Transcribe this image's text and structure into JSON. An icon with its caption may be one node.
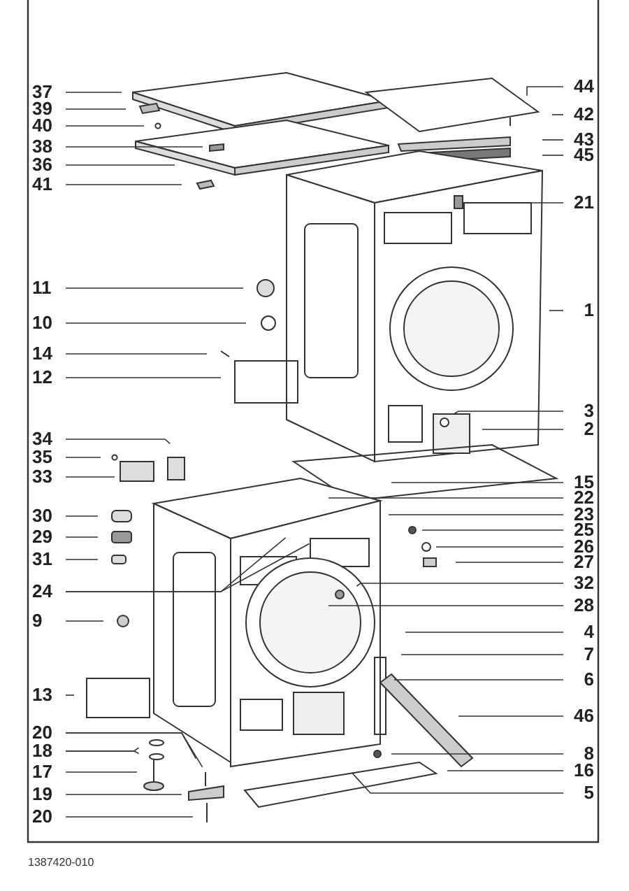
{
  "diagram": {
    "nodes": [
      {
        "text": [
          "37"
        ]
      },
      {
        "text": [
          "39"
        ]
      },
      {
        "text": [
          "40"
        ]
      },
      {
        "text": [
          "38"
        ]
      },
      {
        "text": [
          "36"
        ]
      },
      {
        "text": [
          "41"
        ]
      },
      {
        "text": [
          "11"
        ]
      },
      {
        "text": [
          "10"
        ]
      },
      {
        "text": [
          "14"
        ]
      },
      {
        "text": [
          "12"
        ]
      },
      {
        "text": [
          "34"
        ]
      },
      {
        "text": [
          "35"
        ]
      },
      {
        "text": [
          "33"
        ]
      },
      {
        "text": [
          "30"
        ]
      },
      {
        "text": [
          "29"
        ]
      },
      {
        "text": [
          "31"
        ]
      },
      {
        "text": [
          "24"
        ]
      },
      {
        "text": [
          "9"
        ]
      },
      {
        "text": [
          "13"
        ]
      },
      {
        "text": [
          "20"
        ]
      },
      {
        "text": [
          "18"
        ]
      },
      {
        "text": [
          "17"
        ]
      },
      {
        "text": [
          "19"
        ]
      },
      {
        "text": [
          "20"
        ]
      },
      {
        "text": [
          "44"
        ]
      },
      {
        "text": [
          "42"
        ]
      },
      {
        "text": [
          "43"
        ]
      },
      {
        "text": [
          "45"
        ]
      },
      {
        "text": [
          "21"
        ]
      },
      {
        "text": [
          "1"
        ]
      },
      {
        "text": [
          "3"
        ]
      },
      {
        "text": [
          "2"
        ]
      },
      {
        "text": [
          "15"
        ]
      },
      {
        "text": [
          "22"
        ]
      },
      {
        "text": [
          "23"
        ]
      },
      {
        "text": [
          "25"
        ]
      },
      {
        "text": [
          "26"
        ]
      },
      {
        "text": [
          "27"
        ]
      },
      {
        "text": [
          "32"
        ]
      },
      {
        "text": [
          "28"
        ]
      },
      {
        "text": [
          "4"
        ]
      },
      {
        "text": [
          "7"
        ]
      },
      {
        "text": [
          "6"
        ]
      },
      {
        "text": [
          "46"
        ]
      },
      {
        "text": [
          "8"
        ]
      },
      {
        "text": [
          "16"
        ]
      },
      {
        "text": [
          "5"
        ]
      }
    ],
    "edges": [
      {
        "from": 0,
        "to": null,
        "arrow": "none"
      },
      {
        "from": 1,
        "to": null,
        "arrow": "none"
      },
      {
        "from": 2,
        "to": null,
        "arrow": "none"
      },
      {
        "from": 3,
        "to": null,
        "arrow": "none"
      },
      {
        "from": 4,
        "to": null,
        "arrow": "none"
      },
      {
        "from": 5,
        "to": null,
        "arrow": "none"
      },
      {
        "from": 6,
        "to": null,
        "arrow": "none"
      },
      {
        "from": 7,
        "to": null,
        "arrow": "none"
      },
      {
        "from": 8,
        "to": null,
        "arrow": "none"
      },
      {
        "from": 9,
        "to": null,
        "arrow": "none"
      },
      {
        "from": 10,
        "to": null,
        "arrow": "none"
      },
      {
        "from": 11,
        "to": null,
        "arrow": "none"
      },
      {
        "from": 12,
        "to": null,
        "arrow": "none"
      },
      {
        "from": 13,
        "to": null,
        "arrow": "none"
      },
      {
        "from": 14,
        "to": null,
        "arrow": "none"
      },
      {
        "from": 15,
        "to": null,
        "arrow": "none"
      },
      {
        "from": 16,
        "to": null,
        "arrow": "none"
      },
      {
        "from": 16,
        "to": null,
        "arrow": "none"
      },
      {
        "from": 17,
        "to": null,
        "arrow": "none"
      },
      {
        "from": 18,
        "to": null,
        "arrow": "none"
      },
      {
        "from": 19,
        "to": null,
        "arrow": "none"
      },
      {
        "from": 19,
        "to": null,
        "arrow": "none"
      },
      {
        "from": 20,
        "to": null,
        "arrow": "none"
      },
      {
        "from": 20,
        "to": null,
        "arrow": "none"
      },
      {
        "from": 21,
        "to": null,
        "arrow": "none"
      },
      {
        "from": 22,
        "to": null,
        "arrow": "none"
      },
      {
        "from": 23,
        "to": null,
        "arrow": "none"
      },
      {
        "from": 24,
        "to": null,
        "arrow": "none"
      },
      {
        "from": 25,
        "to": null,
        "arrow": "none"
      },
      {
        "from": 26,
        "to": null,
        "arrow": "none"
      },
      {
        "from": 27,
        "to": null,
        "arrow": "none"
      },
      {
        "from": 28,
        "to": null,
        "arrow": "none"
      },
      {
        "from": 29,
        "to": null,
        "arrow": "none"
      },
      {
        "from": 30,
        "to": null,
        "arrow": "none"
      },
      {
        "from": 31,
        "to": null,
        "arrow": "none"
      },
      {
        "from": 32,
        "to": null,
        "arrow": "none"
      },
      {
        "from": 33,
        "to": null,
        "arrow": "none"
      },
      {
        "from": 34,
        "to": null,
        "arrow": "none"
      },
      {
        "from": 35,
        "to": null,
        "arrow": "none"
      },
      {
        "from": 36,
        "to": null,
        "arrow": "none"
      },
      {
        "from": 37,
        "to": null,
        "arrow": "none"
      },
      {
        "from": 38,
        "to": null,
        "arrow": "none"
      },
      {
        "from": 39,
        "to": null,
        "arrow": "none"
      },
      {
        "from": 40,
        "to": null,
        "arrow": "none"
      },
      {
        "from": 41,
        "to": null,
        "arrow": "none"
      },
      {
        "from": 42,
        "to": null,
        "arrow": "none"
      },
      {
        "from": 43,
        "to": null,
        "arrow": "none"
      },
      {
        "from": 44,
        "to": null,
        "arrow": "none"
      },
      {
        "from": 45,
        "to": null,
        "arrow": "none"
      },
      {
        "from": 46,
        "to": null,
        "arrow": "none"
      }
    ],
    "labels": [
      "1387420-010"
    ]
  }
}
